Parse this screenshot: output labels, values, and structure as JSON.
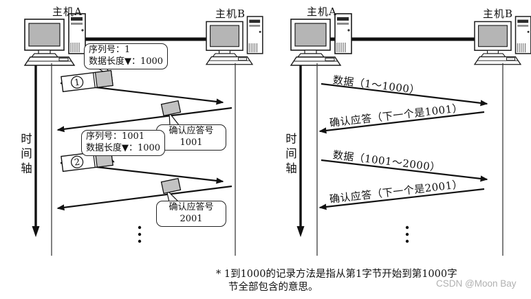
{
  "left_panel": {
    "host_a": "主机A",
    "host_b": "主机B",
    "time_axis": "时间轴",
    "seq_callout_1": {
      "line1": "序列号：1",
      "line2": "数据长度▼：1000"
    },
    "packet_1_num": "1",
    "ack_callout_1": {
      "line1": "确认应答号",
      "line2": "1001"
    },
    "seq_callout_2": {
      "line1": "序列号：1001",
      "line2": "数据长度▼：1000"
    },
    "packet_2_num": "2",
    "ack_callout_2": {
      "line1": "确认应答号",
      "line2": "2001"
    }
  },
  "right_panel": {
    "host_a": "主机A",
    "host_b": "主机B",
    "time_axis": "时间轴",
    "data_1": "数据（1～1000）",
    "ack_1": "确认应答（下一个是1001）",
    "data_2": "数据（1001～2000）",
    "ack_2": "确认应答（下一个是2001）"
  },
  "footnote": {
    "line1": "* 1到1000的记录方法是指从第1字节开始到第1000字",
    "line2": "节全部包含的意思。"
  },
  "watermark": "CSDN @Moon Bay",
  "colors": {
    "packet_fill": "#c2c2c2",
    "screen_fill": "#b5b5b5",
    "watermark": "#b0b0b0",
    "line": "#1a1a1a"
  }
}
